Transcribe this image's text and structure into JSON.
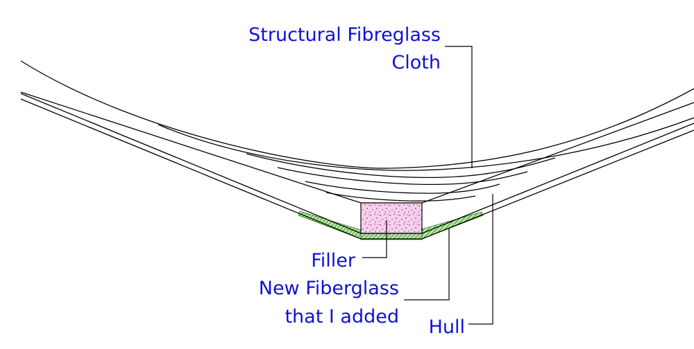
{
  "labels": {
    "structural_line1": "Structural Fibreglass",
    "structural_line2": "Cloth",
    "filler": "Filler",
    "new_fiberglass_line1": "New Fiberglass",
    "new_fiberglass_line2": "that I added",
    "hull": "Hull"
  },
  "colors": {
    "label_text": "#1010d8",
    "filler_fill": "#f3d2ec",
    "filler_speckle": "#c0168a",
    "new_fiberglass_fill": "#b6e8a6",
    "new_fiberglass_outline": "#2f7a1e",
    "lines": "#000000"
  }
}
